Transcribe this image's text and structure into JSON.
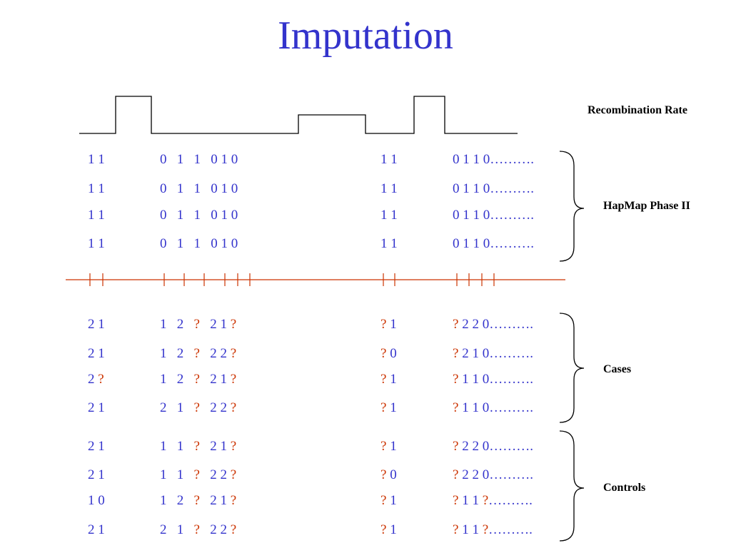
{
  "title": "Imputation",
  "colors": {
    "title": "#3333cc",
    "blue_text": "#3333cc",
    "unknown": "#cc3300",
    "snp_line": "#cc3300",
    "ink": "#000000"
  },
  "labels": {
    "recombination": "Recombination Rate",
    "hapmap": "HapMap Phase II",
    "cases": "Cases",
    "controls": "Controls"
  },
  "unknown_symbol": "?",
  "recombination_profile": {
    "levels": [
      0,
      1,
      0,
      0.5,
      0,
      1,
      0
    ],
    "description": "step profile: low, high, low, medium, low, high, low"
  },
  "groups": [
    {
      "name": "hapmap",
      "rows": [
        {
          "cells": [
            "1 1",
            "0   1   1   0 1 0",
            "1 1",
            "0 1 1 0………."
          ]
        },
        {
          "cells": [
            "1 1",
            "0   1   1   0 1 0",
            "1 1",
            "0 1 1 0………."
          ]
        },
        {
          "cells": [
            "1 1",
            "0   1   1   0 1 0",
            "1 1",
            "0 1 1 0………."
          ]
        },
        {
          "cells": [
            "1 1",
            "0   1   1   0 1 0",
            "1 1",
            "0 1 1 0………."
          ]
        }
      ]
    },
    {
      "name": "cases",
      "rows": [
        {
          "cells": [
            "2 1",
            "1   2   ?   2 1 ?",
            "? 1",
            "? 2 2 0………."
          ]
        },
        {
          "cells": [
            "2 1",
            "1   2   ?   2 2 ?",
            "? 0",
            "? 2 1 0………."
          ]
        },
        {
          "cells": [
            "2 ?",
            "1   2   ?   2 1 ?",
            "? 1",
            "? 1 1 0………."
          ]
        },
        {
          "cells": [
            "2 1",
            "2   1   ?   2 2 ?",
            "? 1",
            "? 1 1 0………."
          ]
        }
      ]
    },
    {
      "name": "controls",
      "rows": [
        {
          "cells": [
            "2 1",
            "1   1   ?   2 1 ?",
            "? 1",
            "? 2 2 0………."
          ]
        },
        {
          "cells": [
            "2 1",
            "1   1   ?   2 2 ?",
            "? 0",
            "? 2 2 0………."
          ]
        },
        {
          "cells": [
            "1 0",
            "1   2   ?   2 1 ?",
            "? 1",
            "? 1 1 ?………."
          ]
        },
        {
          "cells": [
            "2 1",
            "2   1   ?   2 2 ?",
            "? 1",
            "? 1 1 ?………."
          ]
        }
      ]
    }
  ]
}
